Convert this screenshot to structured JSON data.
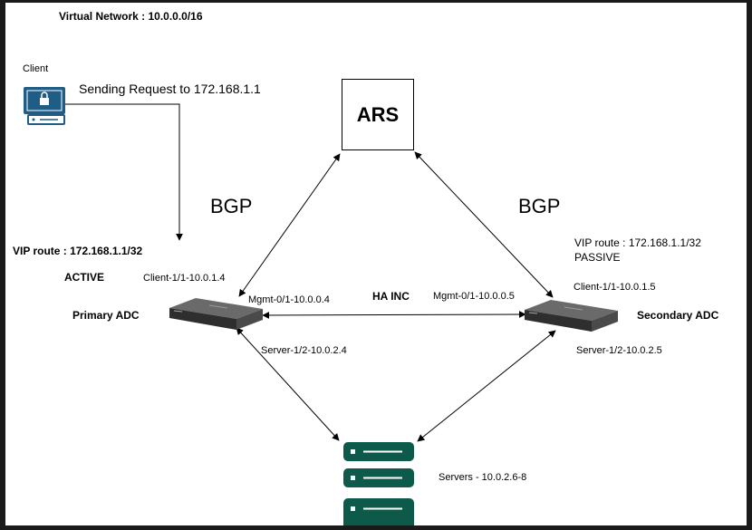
{
  "network": {
    "title": "Virtual Network : 10.0.0.0/16"
  },
  "client": {
    "label": "Client",
    "request": "Sending Request to 172.168.1.1",
    "icon": "computer-lock-icon"
  },
  "ars": {
    "label": "ARS"
  },
  "bgp": {
    "left": "BGP",
    "right": "BGP"
  },
  "primary": {
    "vip_route": "VIP route : 172.168.1.1/32",
    "state": "ACTIVE",
    "name": "Primary ADC",
    "client_if": "Client-1/1-10.0.1.4",
    "mgmt_if": "Mgmt-0/1-10.0.0.4",
    "server_if": "Server-1/2-10.0.2.4"
  },
  "secondary": {
    "vip_route": "VIP route : 172.168.1.1/32",
    "state": "PASSIVE",
    "name": "Secondary ADC",
    "client_if": "Client-1/1-10.0.1.5",
    "mgmt_if": "Mgmt-0/1-10.0.0.5",
    "server_if": "Server-1/2-10.0.2.5"
  },
  "ha": {
    "label": "HA INC"
  },
  "servers": {
    "label": "Servers - 10.0.2.6-8",
    "icon": "server-stack-icon"
  },
  "colors": {
    "client_icon": "#1f5c86",
    "server": "#0e5a4a",
    "adc_body": "#3c3c3c"
  }
}
